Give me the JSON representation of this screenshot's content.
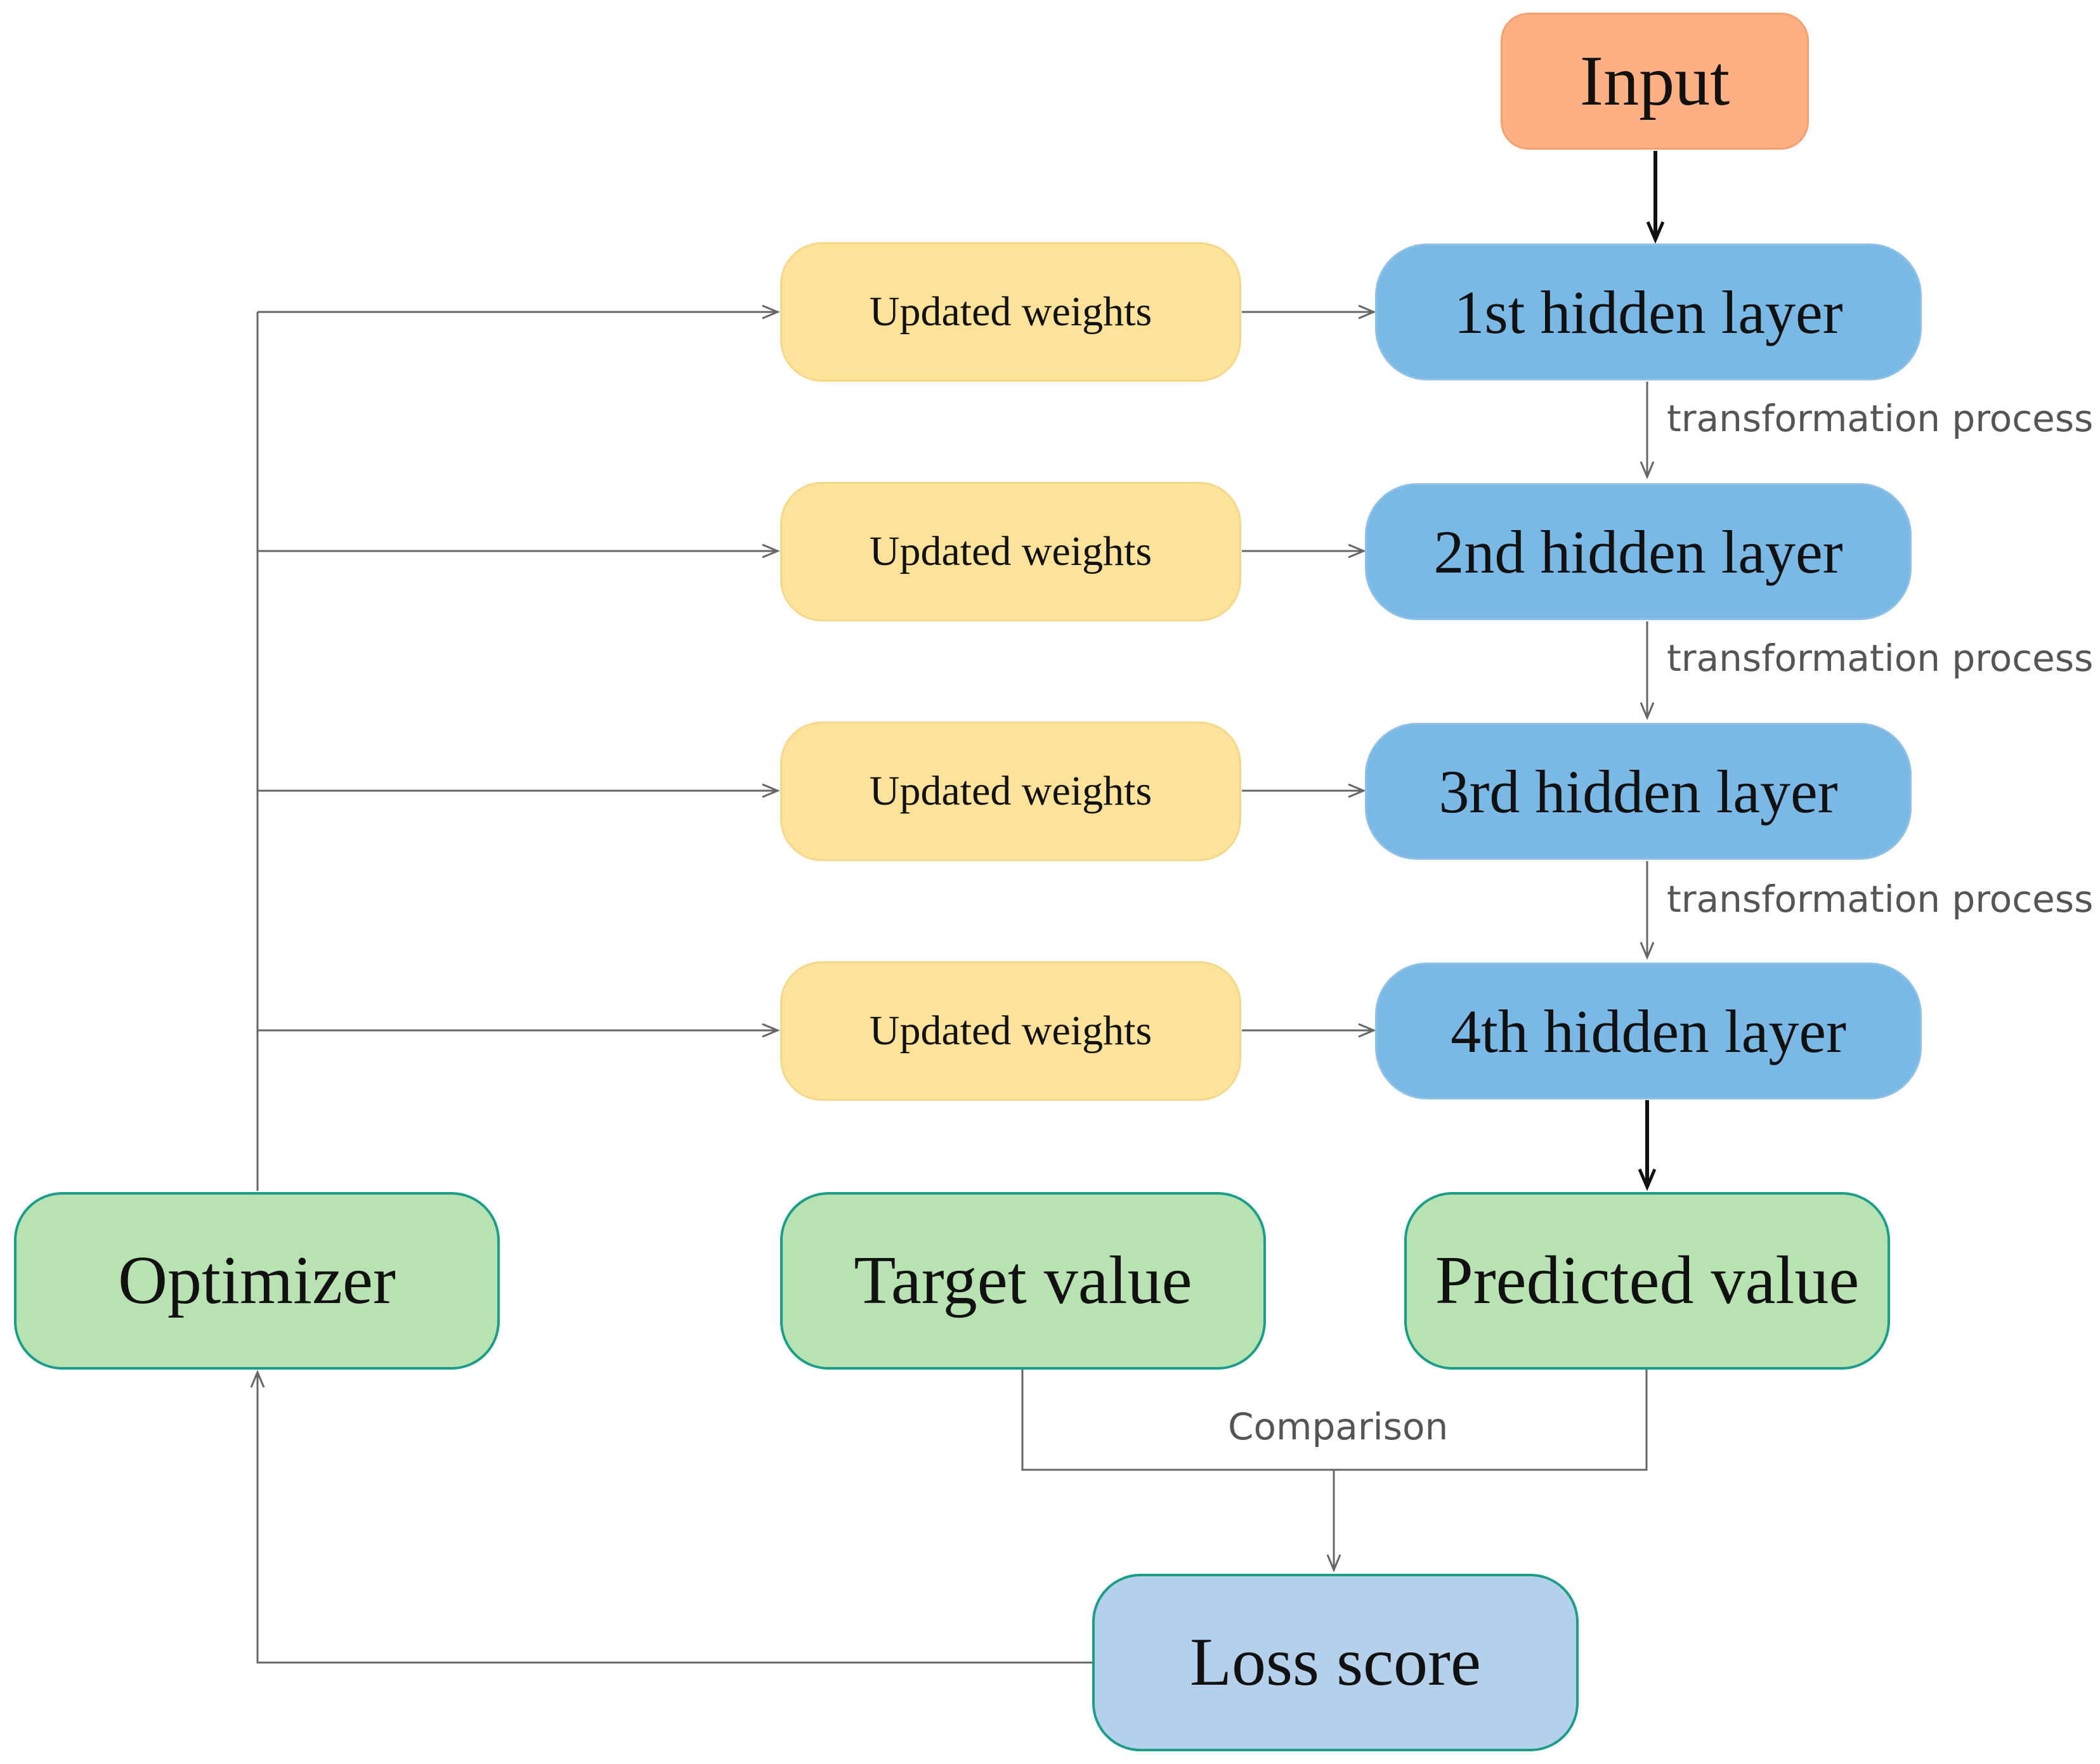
{
  "nodes": {
    "input": "Input",
    "hidden_layers": [
      "1st hidden layer",
      "2nd hidden layer",
      "3rd hidden layer",
      "4th hidden layer"
    ],
    "updated_weights": [
      "Updated weights",
      "Updated weights",
      "Updated weights",
      "Updated weights"
    ],
    "optimizer": "Optimizer",
    "target_value": "Target value",
    "predicted_value": "Predicted value",
    "loss_score": "Loss score"
  },
  "edge_labels": {
    "transformation": [
      "transformation process",
      "transformation process",
      "transformation process"
    ],
    "comparison": "Comparison"
  },
  "colors": {
    "input": "#fcb083",
    "hidden_layer": "#7ab8e5",
    "updated_weights": "#fde29a",
    "green_nodes": "#b9e2b2",
    "loss_score": "#b4d0ea",
    "border_teal": "#1a9e8a",
    "connector_gray": "#666666",
    "connector_dark": "#111111"
  }
}
